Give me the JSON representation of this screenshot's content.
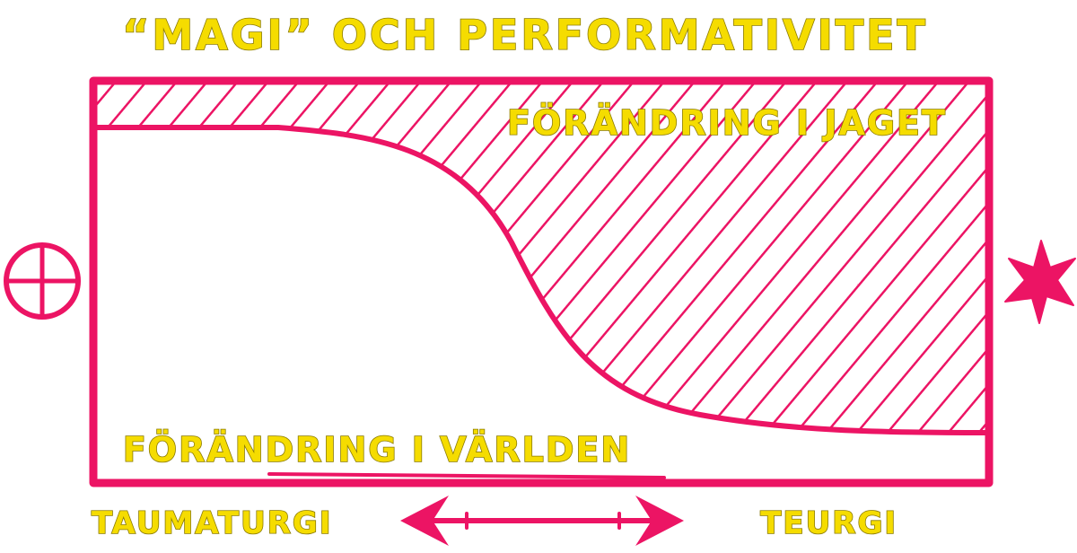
{
  "title": "“MAGI” OCH PERFORMATIVITET",
  "regions": {
    "upper_label": "FÖRÄNDRING I JAGET",
    "lower_label": "FÖRÄNDRING I VÄRLDEN"
  },
  "axis": {
    "left_label": "TAUMATURGI",
    "right_label": "TEURGI"
  },
  "icons": {
    "left": "circled-cross-icon",
    "right": "star-icon",
    "arrow": "double-arrow-icon"
  },
  "colors": {
    "accent": "#ec1464",
    "label": "#f5dc00"
  }
}
